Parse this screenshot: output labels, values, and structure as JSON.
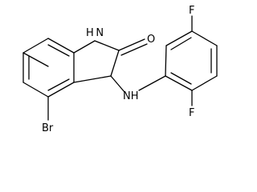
{
  "molecule": {
    "atoms": {
      "nh_ring": "H N",
      "oxygen": "O",
      "amine": "NH",
      "bromine": "Br",
      "fluorine_top": "F",
      "fluorine_bottom": "F"
    }
  }
}
